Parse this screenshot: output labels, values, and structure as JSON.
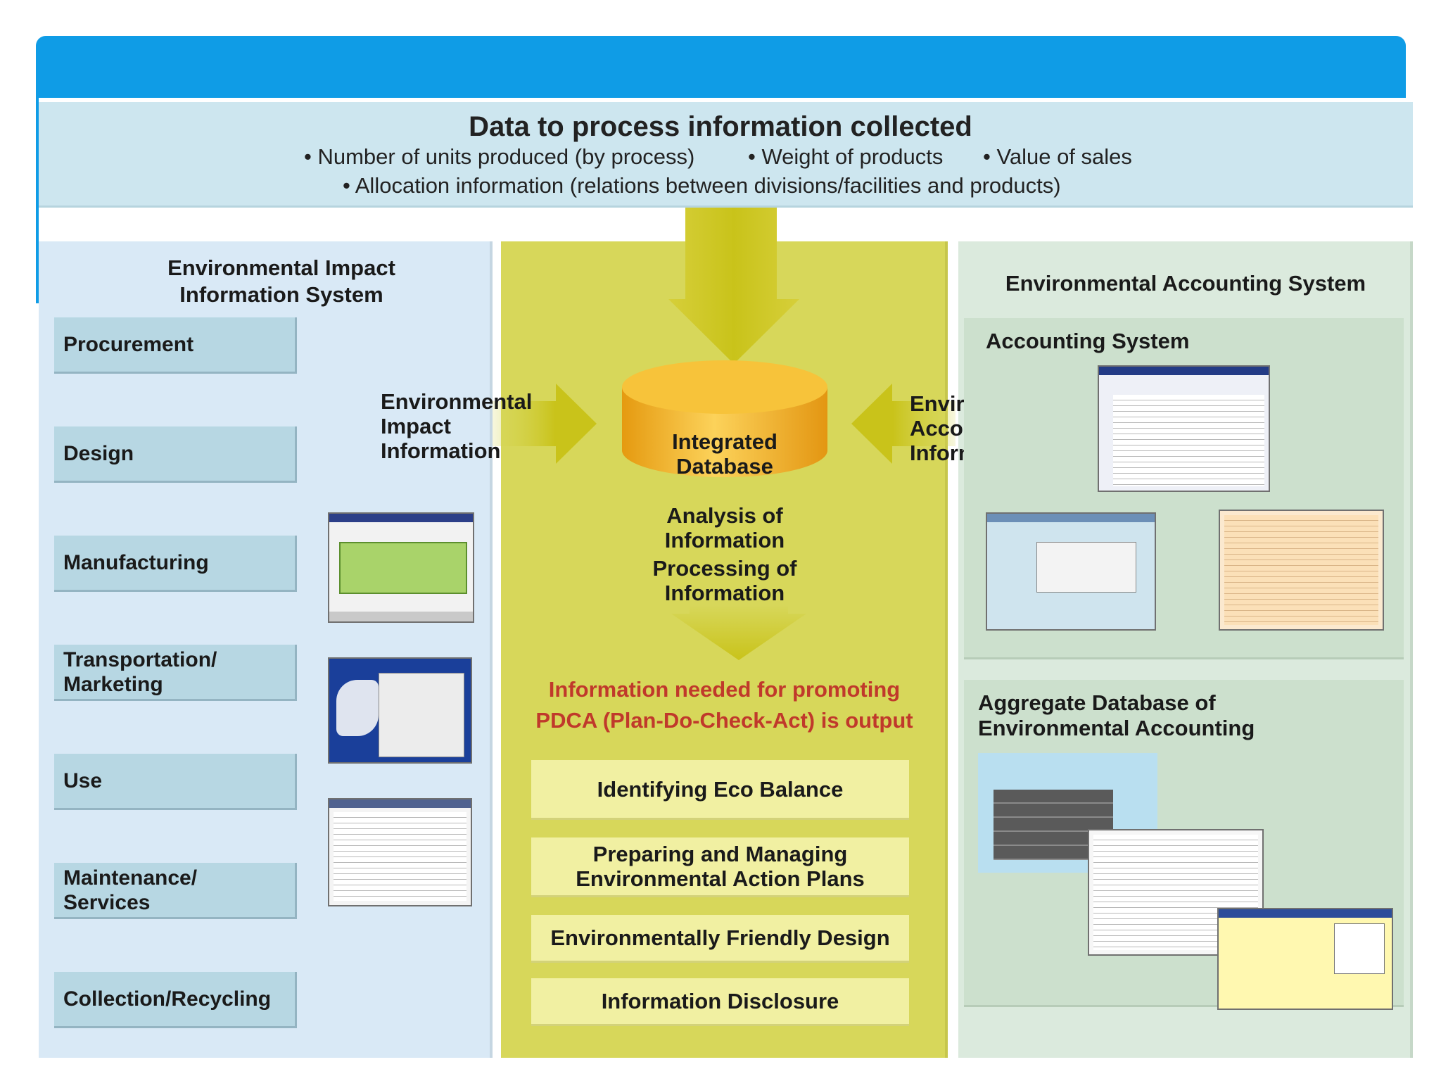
{
  "header": {
    "title": "Data to process information collected",
    "bullets": [
      "• Number of units produced (by process)",
      "• Weight of products",
      "• Value of sales",
      "• Allocation information (relations between divisions/facilities and products)"
    ]
  },
  "left": {
    "title_line1": "Environmental Impact",
    "title_line2": "Information System",
    "processes": [
      {
        "line1": "Procurement",
        "line2": ""
      },
      {
        "line1": "Design",
        "line2": ""
      },
      {
        "line1": "Manufacturing",
        "line2": ""
      },
      {
        "line1": "Transportation/",
        "line2": "Marketing"
      },
      {
        "line1": "Use",
        "line2": ""
      },
      {
        "line1": "Maintenance/",
        "line2": "Services"
      },
      {
        "line1": "Collection/Recycling",
        "line2": ""
      }
    ]
  },
  "middle": {
    "impact_label": [
      "Environmental",
      "Impact",
      "Information"
    ],
    "accounting_label": [
      "Environmental",
      "Accounting",
      "Information"
    ],
    "database_label": [
      "Integrated",
      "Database"
    ],
    "analysis": [
      "Analysis of",
      "Information"
    ],
    "processing": [
      "Processing of",
      "Information"
    ],
    "pdca": [
      "Information needed for promoting",
      "PDCA (Plan-Do-Check-Act) is output"
    ],
    "outputs": [
      {
        "line1": "Identifying Eco Balance",
        "line2": ""
      },
      {
        "line1": "Preparing and Managing",
        "line2": "Environmental Action Plans"
      },
      {
        "line1": "Environmentally Friendly Design",
        "line2": ""
      },
      {
        "line1": "Information Disclosure",
        "line2": ""
      }
    ]
  },
  "right": {
    "title": "Environmental Accounting System",
    "accounting_system": "Accounting System",
    "aggregate_line1": "Aggregate Database of",
    "aggregate_line2": "Environmental Accounting"
  },
  "colors": {
    "banner": "#0f9ce6",
    "arrow": "#c9c31a",
    "database": "#f2b21c",
    "pdca_text": "#c0392b"
  }
}
